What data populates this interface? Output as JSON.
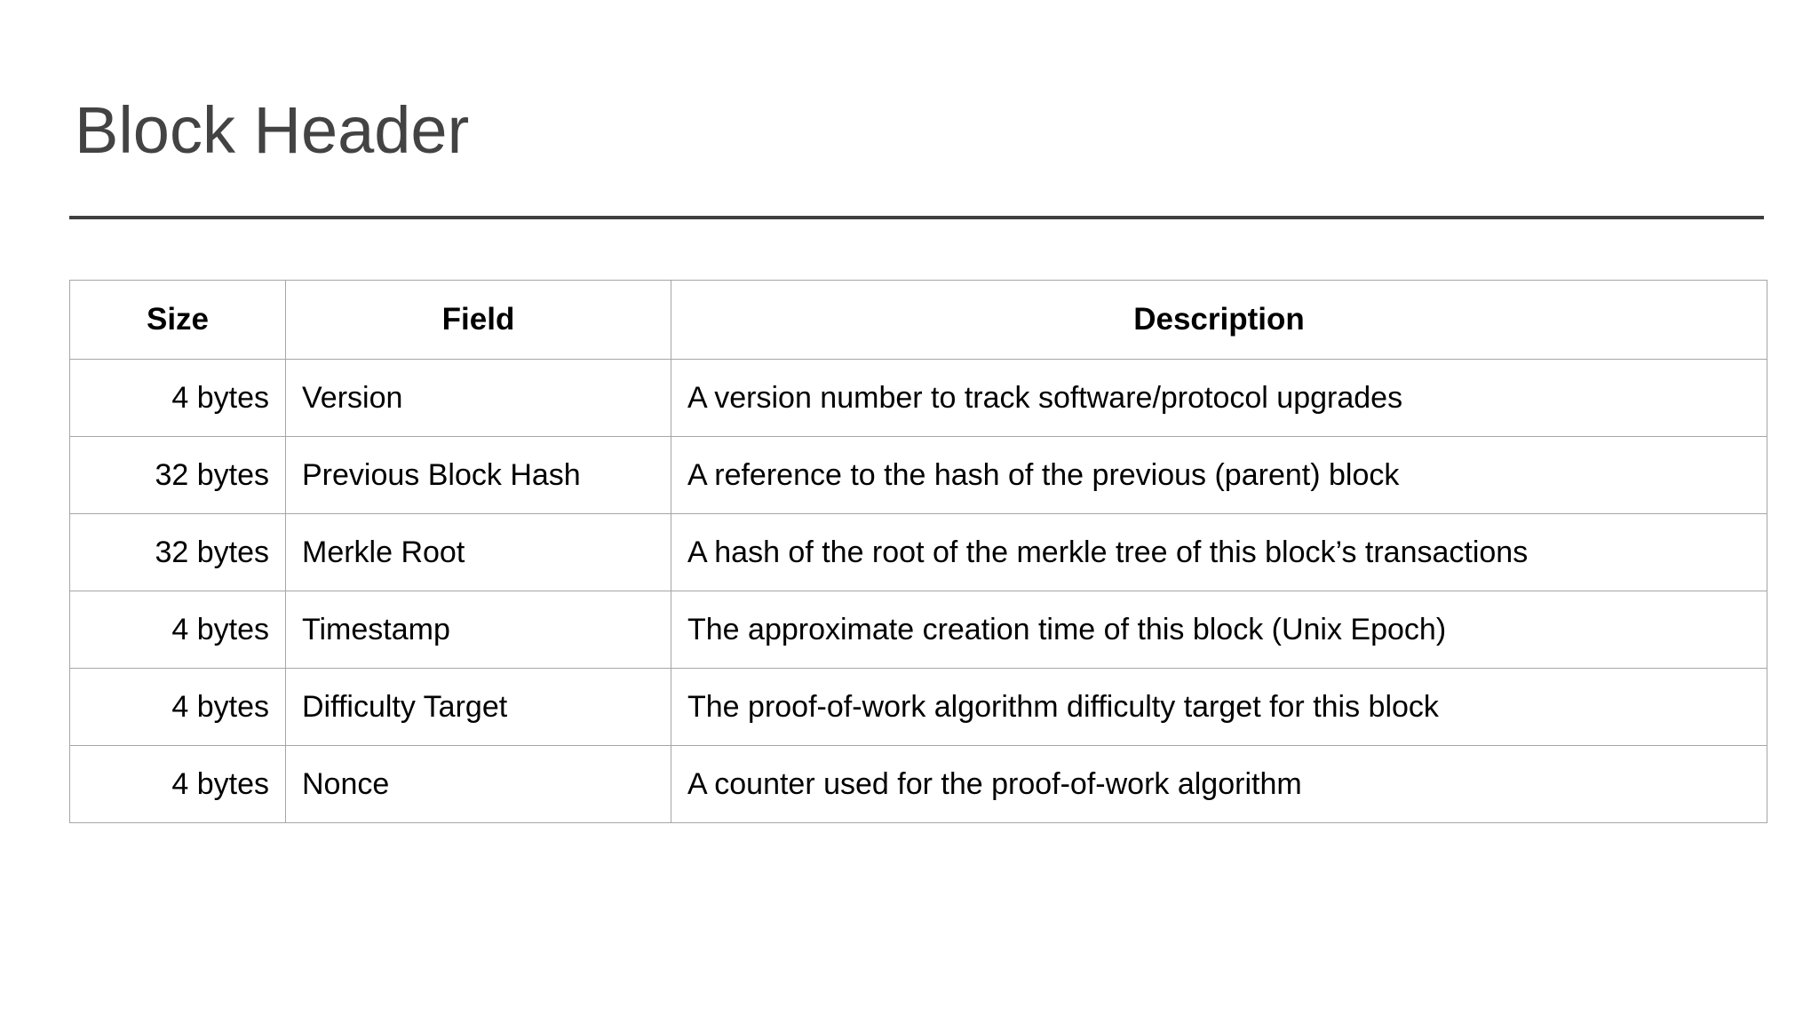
{
  "slide": {
    "title": "Block Header"
  },
  "table": {
    "headers": {
      "size": "Size",
      "field": "Field",
      "description": "Description"
    },
    "rows": [
      {
        "size": "4 bytes",
        "field": "Version",
        "description": "A version number to track software/protocol upgrades"
      },
      {
        "size": "32 bytes",
        "field": "Previous Block Hash",
        "description": "A reference to the hash of the previous (parent) block"
      },
      {
        "size": "32 bytes",
        "field": "Merkle Root",
        "description": "A hash of the root of the merkle tree of this block’s transactions"
      },
      {
        "size": "4 bytes",
        "field": "Timestamp",
        "description": "The approximate creation time of this block (Unix Epoch)"
      },
      {
        "size": "4 bytes",
        "field": "Difficulty Target",
        "description": "The proof-of-work algorithm difficulty target for this block"
      },
      {
        "size": "4 bytes",
        "field": "Nonce",
        "description": "A counter used for the proof-of-work algorithm"
      }
    ]
  },
  "colors": {
    "title_text": "#434343",
    "rule": "#3f3f3f",
    "table_border": "#a6a6a6",
    "body_text": "#000000",
    "background": "#ffffff"
  }
}
